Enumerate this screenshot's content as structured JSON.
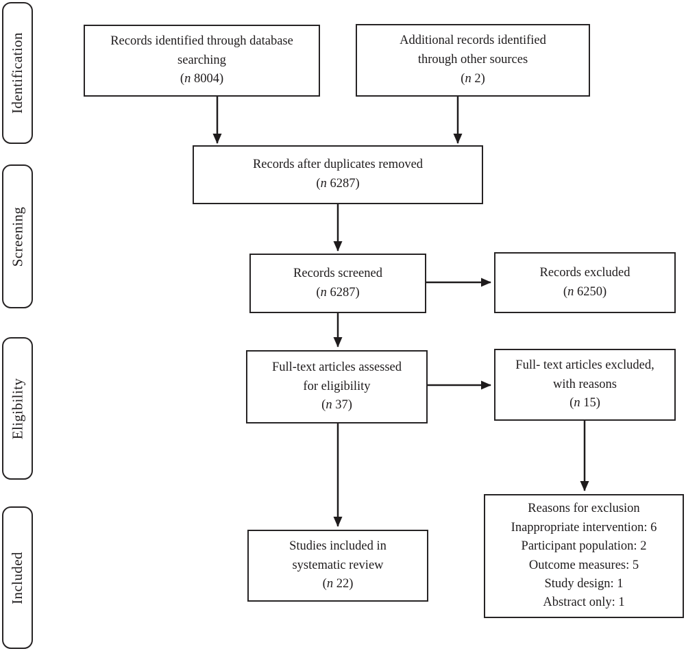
{
  "diagram": {
    "stages": [
      "Identification",
      "Screening",
      "Eligibility",
      "Included"
    ],
    "boxes": {
      "identified_database": {
        "lines": [
          "Records identified through database",
          "searching",
          "(n 8004)"
        ]
      },
      "identified_other": {
        "lines": [
          "Additional records identified",
          "through other sources",
          "(n 2)"
        ]
      },
      "after_duplicates": {
        "lines": [
          "Records after duplicates removed",
          "(n 6287)"
        ]
      },
      "screened": {
        "lines": [
          "Records screened",
          "(n 6287)"
        ]
      },
      "excluded": {
        "lines": [
          "Records excluded",
          "(n 6250)"
        ]
      },
      "fulltext_assessed": {
        "lines": [
          "Full-text articles assessed",
          "for eligibility",
          "(n 37)"
        ]
      },
      "fulltext_excluded": {
        "lines": [
          "Full- text articles excluded,",
          "with reasons",
          "(n 15)"
        ]
      },
      "included_studies": {
        "lines": [
          "Studies included in",
          "systematic review",
          "(n 22)"
        ]
      },
      "exclusion_reasons": {
        "lines": [
          "Reasons for exclusion",
          "Inappropriate intervention: 6",
          "Participant population: 2",
          "Outcome measures: 5",
          "Study design: 1",
          "Abstract only: 1"
        ]
      }
    },
    "ink_color": "#1e1b1c"
  }
}
